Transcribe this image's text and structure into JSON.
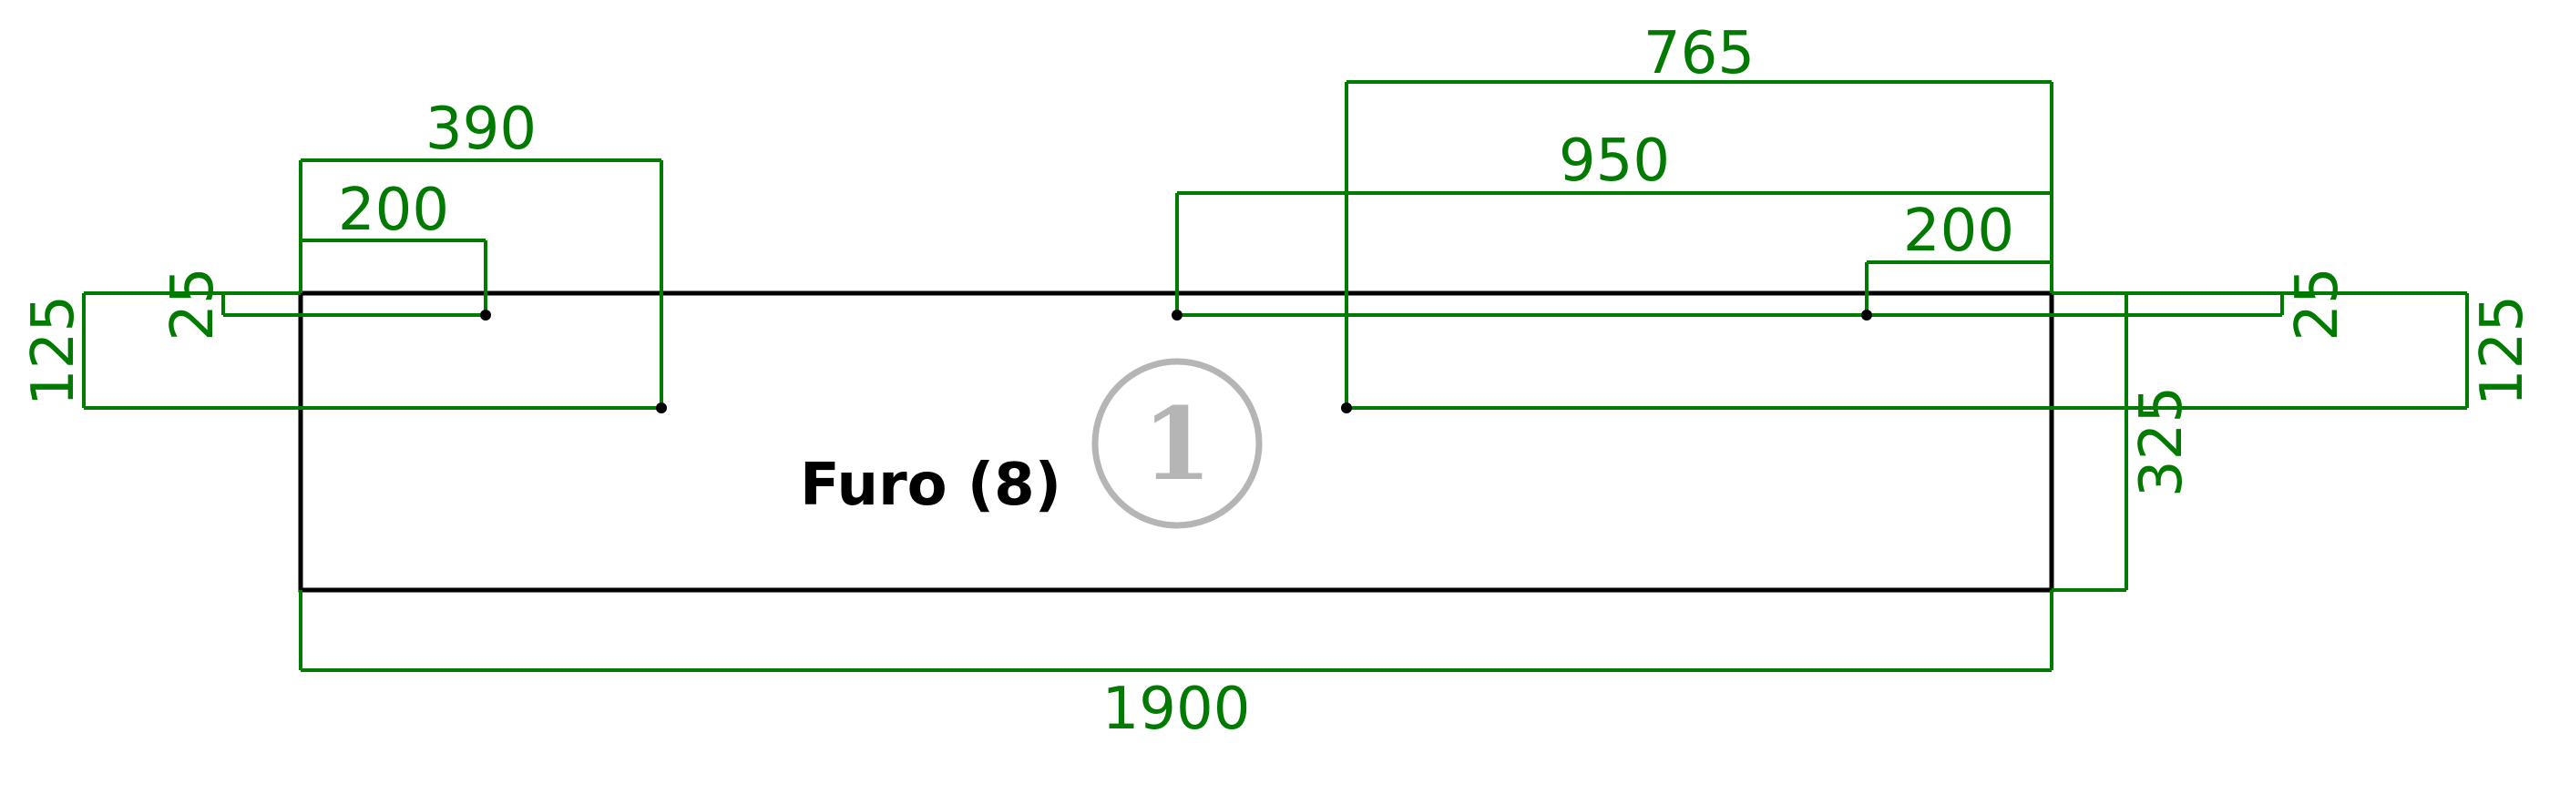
{
  "colors": {
    "dimension": "#007a00",
    "outline": "#000000",
    "badge": "#b5b5b5",
    "background": "#ffffff"
  },
  "part": {
    "label": "Furo (8)",
    "badge_number": "1"
  },
  "dimensions": {
    "overall_width": "1900",
    "height_right": "325",
    "left_outer_width": "390",
    "left_inner_width": "200",
    "left_offset_small": "25",
    "left_offset_large": "125",
    "right_top_width": "765",
    "right_mid_width": "950",
    "right_inner_width": "200",
    "right_offset_small": "25",
    "right_offset_large": "125"
  }
}
